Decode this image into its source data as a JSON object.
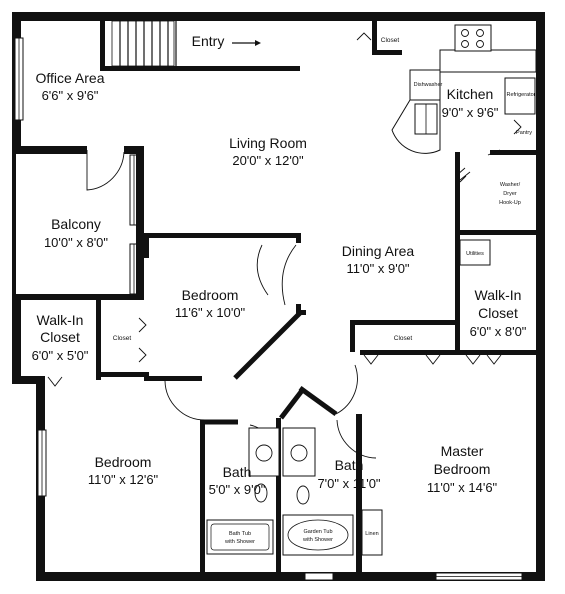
{
  "entry": {
    "label": "Entry"
  },
  "rooms": {
    "office": {
      "name": "Office Area",
      "dim": "6'6\" x 9'6\""
    },
    "living": {
      "name": "Living Room",
      "dim": "20'0\" x 12'0\""
    },
    "kitchen": {
      "name": "Kitchen",
      "dim": "9'0\" x 9'6\""
    },
    "balcony": {
      "name": "Balcony",
      "dim": "10'0\" x 8'0\""
    },
    "dining": {
      "name": "Dining Area",
      "dim": "11'0\" x 9'0\""
    },
    "bedroom2": {
      "name": "Bedroom",
      "dim": "11'6\" x 10'0\""
    },
    "walkin_left": {
      "name_line1": "Walk-In",
      "name_line2": "Closet",
      "dim": "6'0\" x 5'0\""
    },
    "walkin_right": {
      "name_line1": "Walk-In",
      "name_line2": "Closet",
      "dim": "6'0\" x 8'0\""
    },
    "bedroom1": {
      "name": "Bedroom",
      "dim": "11'0\" x 12'6\""
    },
    "bath1": {
      "name": "Bath",
      "dim": "5'0\" x 9'0\""
    },
    "bath2": {
      "name": "Bath",
      "dim": "7'0\" x 11'0\""
    },
    "master": {
      "name_line1": "Master",
      "name_line2": "Bedroom",
      "dim": "11'0\" x 14'6\""
    }
  },
  "labels": {
    "closet_entry": "Closet",
    "closet_bedroom": "Closet",
    "closet_hall": "Closet",
    "dishwasher": "Dishwasher",
    "refrigerator": "Refrigerator",
    "pantry": "Pantry",
    "washer_line1": "Washer/",
    "washer_line2": "Dryer",
    "washer_line3": "Hook-Up",
    "utilities": "Utilities",
    "linen": "Linen",
    "bathtub_line1": "Bath Tub",
    "bathtub_line2": "with Shower",
    "gardentub_line1": "Garden Tub",
    "gardentub_line2": "with Shower"
  }
}
